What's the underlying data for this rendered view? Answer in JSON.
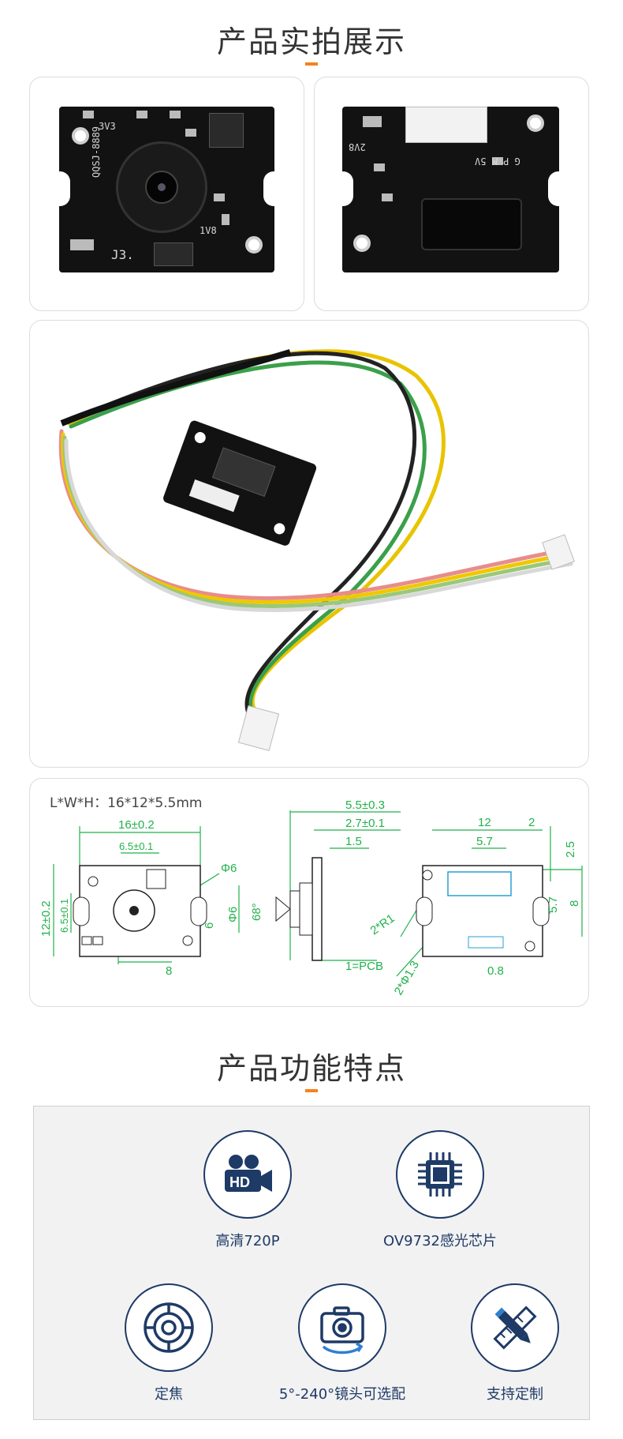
{
  "sections": {
    "photos_title": "产品实拍展示",
    "features_title": "产品功能特点"
  },
  "pcb_front": {
    "silk_model": "QQSJ-8889",
    "silk_j3": "J3.",
    "silk_v33": "3V3",
    "silk_1v8": "1V8"
  },
  "pcb_back": {
    "silk_mark": "G P M 5V",
    "silk_2v8": "2V8"
  },
  "drawing": {
    "dims_text": "L*W*H：16*12*5.5mm",
    "front": {
      "width": "16±0.2",
      "lens_w": "6.5±0.1",
      "height": "12±0.2",
      "lens_h": "6.5±0.1",
      "dia": "Φ6",
      "offset_x": "8",
      "offset_y": "6"
    },
    "side": {
      "total": "5.5±0.3",
      "mid": "2.7±0.1",
      "pcb_t": "1.5",
      "dia": "Φ6",
      "angle": "68°",
      "pcb_note": "1=PCB"
    },
    "back": {
      "w1": "12",
      "w2": "2",
      "w3": "5.7",
      "h1": "2.5",
      "h2": "5.7",
      "h3": "8",
      "radius": "2*R1",
      "hole": "2*Φ1.3",
      "pitch": "0.8"
    }
  },
  "features": [
    {
      "label": "高清720P",
      "icon": "hd-camera-icon"
    },
    {
      "label": "OV9732感光芯片",
      "icon": "chip-icon"
    },
    {
      "label": "定焦",
      "icon": "lens-icon"
    },
    {
      "label": "5°-240°镜头可选配",
      "icon": "rotate-camera-icon"
    },
    {
      "label": "支持定制",
      "icon": "pencil-ruler-icon"
    }
  ],
  "colors": {
    "accent": "#f58220",
    "icon_blue": "#1e3a66",
    "drawing_green": "#22b14c"
  }
}
